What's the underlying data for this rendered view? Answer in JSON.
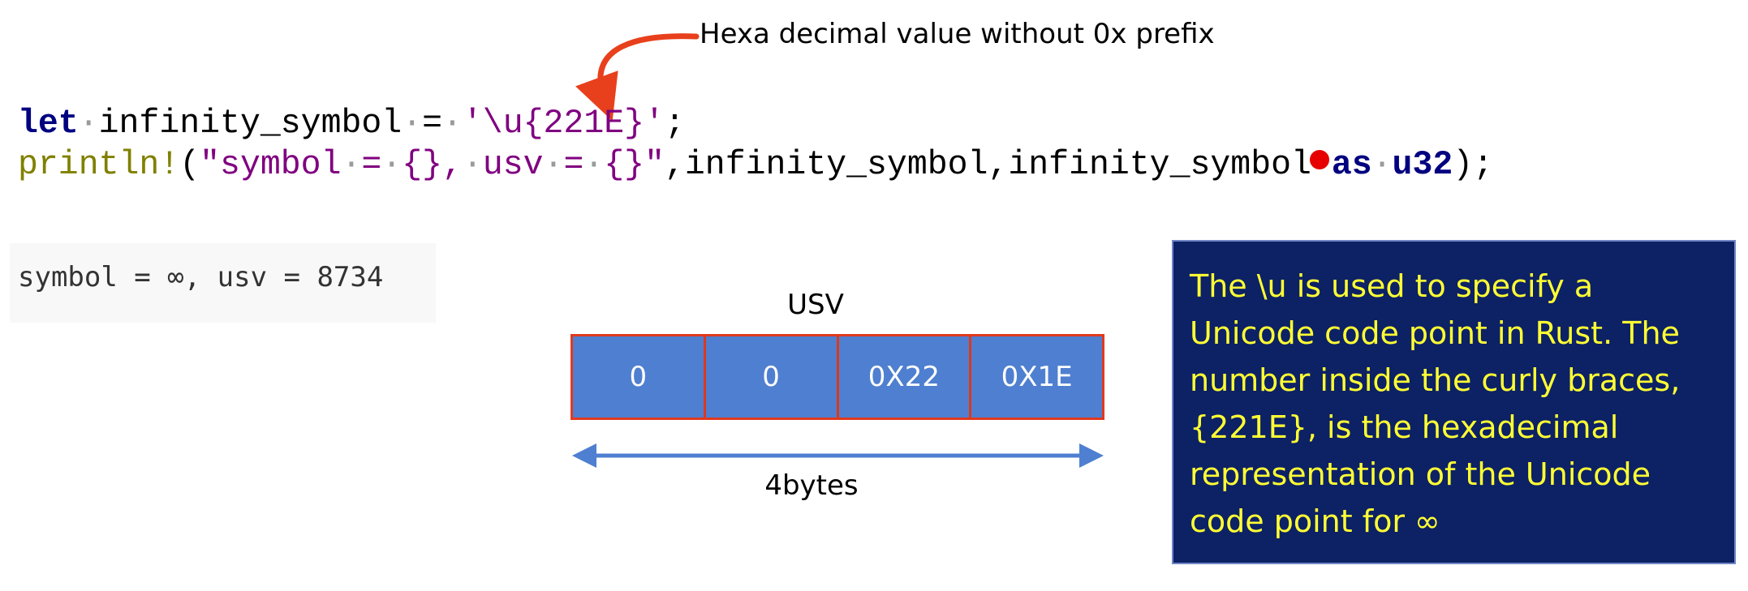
{
  "annotation": {
    "text": "Hexa decimal value without 0x prefix"
  },
  "code": {
    "line1": {
      "keyword": "let",
      "var_name": "infinity_symbol",
      "equals": "=",
      "literal": "'\\u{221E}'",
      "terminator": ";"
    },
    "line2": {
      "macro": "println!",
      "open_paren": "(",
      "str_open_quote": "\"",
      "str_symbol": "symbol",
      "str_eq1": "=",
      "str_brace1": "{},",
      "str_usv": "usv",
      "str_eq2": "=",
      "str_brace2": "{}",
      "str_close_quote": "\"",
      "args": ",infinity_symbol,infinity_symbol",
      "as_keyword": "as",
      "type": "u32",
      "close": ");"
    }
  },
  "output": {
    "text": "symbol = ∞, usv = 8734"
  },
  "usv_diagram": {
    "label": "USV",
    "bytes": [
      "0",
      "0",
      "0X22",
      "0X1E"
    ],
    "size_label": "4bytes"
  },
  "info_box": {
    "lines": [
      "The \\u is used to specify a",
      "Unicode code point in Rust. The",
      "number inside the curly braces,",
      "{221E}, is the hexadecimal",
      "representation of the Unicode",
      "code point for ∞"
    ]
  },
  "colors": {
    "keyword": "#000080",
    "string": "#800080",
    "macro": "#808000",
    "arrow_red": "#e8401c",
    "cell_blue": "#4f7fd0",
    "info_bg": "#0d2165",
    "info_text": "#ffff33",
    "dimension_arrow": "#4f7fd0"
  }
}
